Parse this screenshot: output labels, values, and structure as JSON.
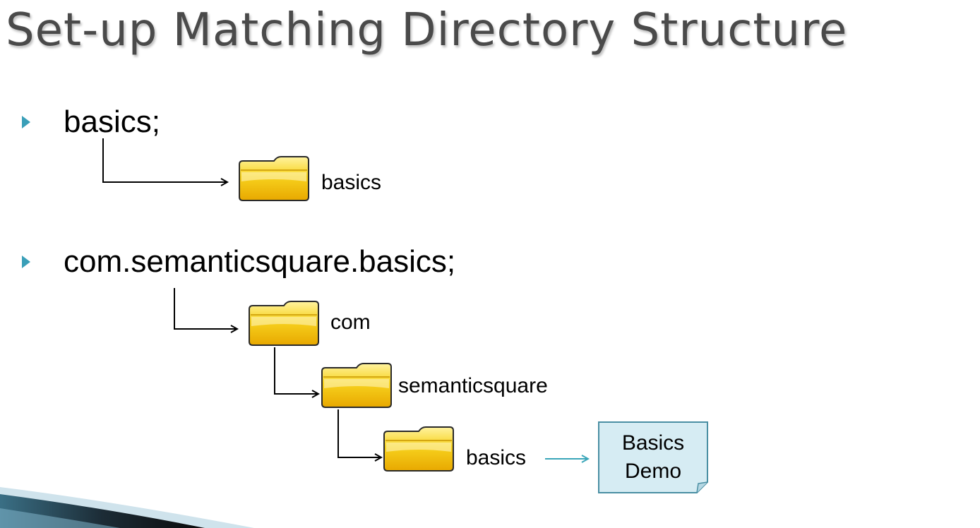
{
  "slide": {
    "title": "Set-up Matching Directory Structure"
  },
  "bullets": [
    {
      "text": "basics;"
    },
    {
      "text": "com.semanticsquare.basics;"
    }
  ],
  "folders": {
    "simple": [
      {
        "label": "basics"
      }
    ],
    "nested": [
      {
        "label": "com"
      },
      {
        "label": "semanticsquare"
      },
      {
        "label": "basics"
      }
    ]
  },
  "note": {
    "line1": "Basics",
    "line2": "Demo"
  },
  "colors": {
    "bullet": "#3a9fb8",
    "folder_fill": "#f5c400",
    "folder_highlight": "#fff3a0",
    "note_fill": "#d6ecf3",
    "note_border": "#4a8fa3",
    "teal_arrow": "#3aa6b9",
    "title_text": "#4a4a4a"
  }
}
